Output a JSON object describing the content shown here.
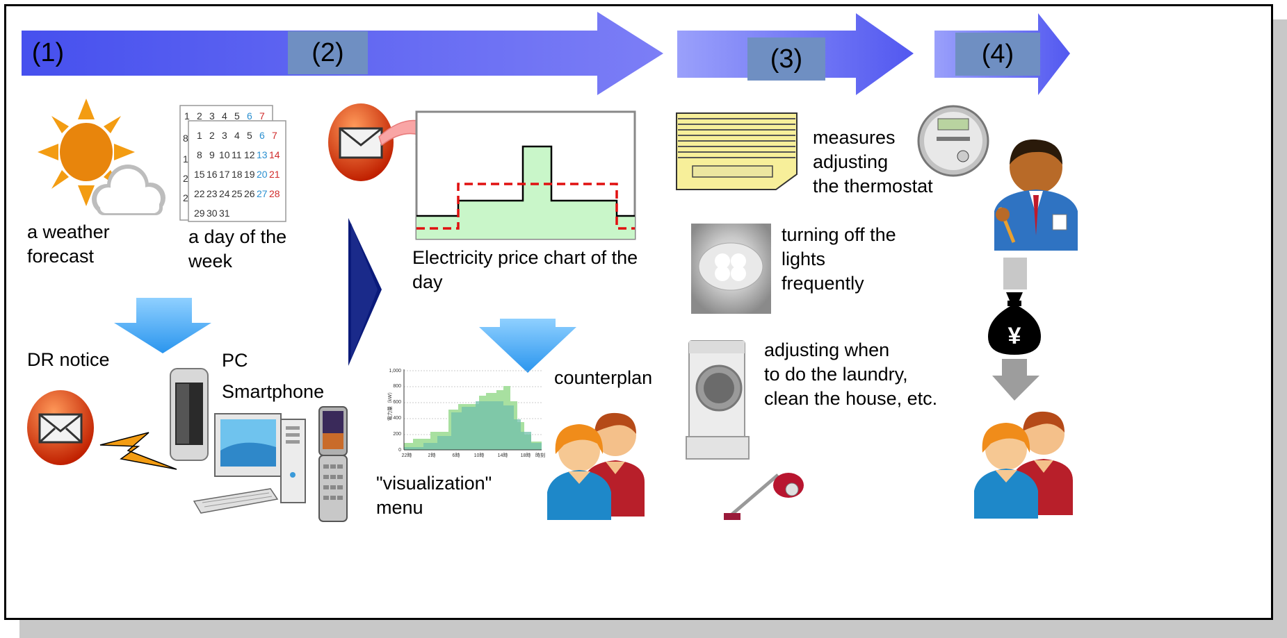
{
  "steps": [
    {
      "label": "(1)"
    },
    {
      "label": "(2)"
    },
    {
      "label": "(3)"
    },
    {
      "label": "(4)"
    }
  ],
  "inputs": {
    "weather": "a weather\nforecast",
    "day_of_week": "a day of the\nweek"
  },
  "calendar": {
    "back_row": [
      "1",
      "2",
      "3",
      "4",
      "5",
      "6",
      "7"
    ],
    "rows": [
      [
        "1",
        "2",
        "3",
        "4",
        "5",
        "6",
        "7"
      ],
      [
        "8",
        "9",
        "10",
        "11",
        "12",
        "13",
        "14"
      ],
      [
        "15",
        "16",
        "17",
        "18",
        "19",
        "20",
        "21"
      ],
      [
        "22",
        "23",
        "24",
        "25",
        "26",
        "27",
        "28"
      ],
      [
        "29",
        "30",
        "31"
      ]
    ],
    "left_edge": [
      "8",
      "1",
      "2",
      "2"
    ]
  },
  "notice": {
    "dr_notice": "DR notice",
    "pc": "PC",
    "smartphone": "Smartphone"
  },
  "price_chart": {
    "caption": "Electricity price chart of the\nday"
  },
  "visualization": {
    "caption": "\"visualization\"\nmenu",
    "counterplan": "counterplan",
    "y_ticks": [
      "1,000",
      "800",
      "600",
      "400",
      "200",
      "0"
    ],
    "x_ticks": [
      "22時",
      "2時",
      "6時",
      "10時",
      "14時",
      "18時",
      "時刻"
    ],
    "y_axis_label": "電力量（kW）"
  },
  "measures": {
    "thermostat": "measures\nadjusting\nthe thermostat",
    "lights": "turning off the\nlights\nfrequently",
    "laundry": "adjusting when\nto do the laundry,\nclean the house, etc."
  },
  "reward": {
    "currency_symbol": "¥"
  },
  "colors": {
    "arrow_start": "#4c56ee",
    "arrow_end": "#8a8cf8",
    "step_box": "#6f8fc2",
    "chart_fill": "#c9f6c9",
    "price_line": "#e01010",
    "down_arrow": "#38a0f0"
  }
}
